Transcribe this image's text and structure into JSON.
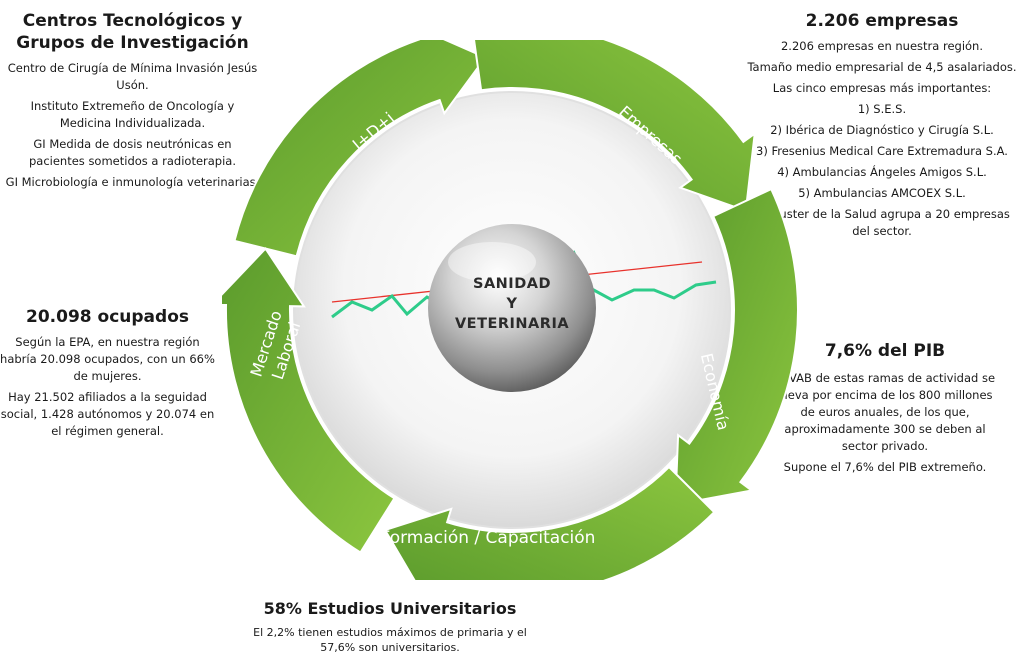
{
  "segments": {
    "idi": "I+D+i",
    "empresas": "Empresas",
    "economia": "Economía",
    "formacion": "Formación / Capacitación",
    "mercado_line1": "Mercado",
    "mercado_line2": "Laboral"
  },
  "center": {
    "line1": "SANIDAD",
    "line2": "Y",
    "line3": "VETERINARIA"
  },
  "colors": {
    "arrow_dark": "#5a9a2c",
    "arrow_light": "#8cc63f",
    "trend_line": "#e8322c",
    "data_line": "#2ecc8a"
  },
  "top_left": {
    "title_line1": "Centros Tecnológicos y",
    "title_line2": "Grupos de Investigación",
    "items": [
      "Centro de Cirugía de Mínima Invasión Jesús Usón.",
      "Instituto Extremeño de Oncología y Medicina Individualizada.",
      "GI Medida de dosis neutrónicas en pacientes sometidos a radioterapia.",
      "GI Microbiología e inmunología veterinarias."
    ]
  },
  "top_right": {
    "title": "2.206 empresas",
    "line1": "2.206 empresas en nuestra región.",
    "line2": "Tamaño medio empresarial de 4,5 asalariados.",
    "line3": "Las cinco empresas más importantes:",
    "companies": [
      "1)    S.E.S.",
      "2)    Ibérica de Diagnóstico y Cirugía S.L.",
      "3) Fresenius Medical Care Extremadura S.A.",
      "4) Ambulancias Ángeles Amigos S.L.",
      "5) Ambulancias AMCOEX S.L."
    ],
    "line4": "El Cluster de la Salud agrupa a 20 empresas del sector."
  },
  "mid_left": {
    "title": "20.098 ocupados",
    "para1": "Según la EPA, en nuestra región habría 20.098 ocupados, con un 66% de mujeres.",
    "para2": "Hay 21.502 afiliados a la seguidad social, 1.428 autónomos y 20.074 en el régimen general."
  },
  "mid_right": {
    "title": "7,6% del PIB",
    "para1": "El VAB de estas ramas de actividad se eleva por encima de los 800 millones de euros anuales, de los que, aproximadamente 300 se deben al sector privado.",
    "para2": "Supone el 7,6% del PIB extremeño."
  },
  "bottom": {
    "title": "58% Estudios Universitarios",
    "para": "El 2,2% tienen estudios máximos  de primaria y el 57,6% son universitarios."
  }
}
